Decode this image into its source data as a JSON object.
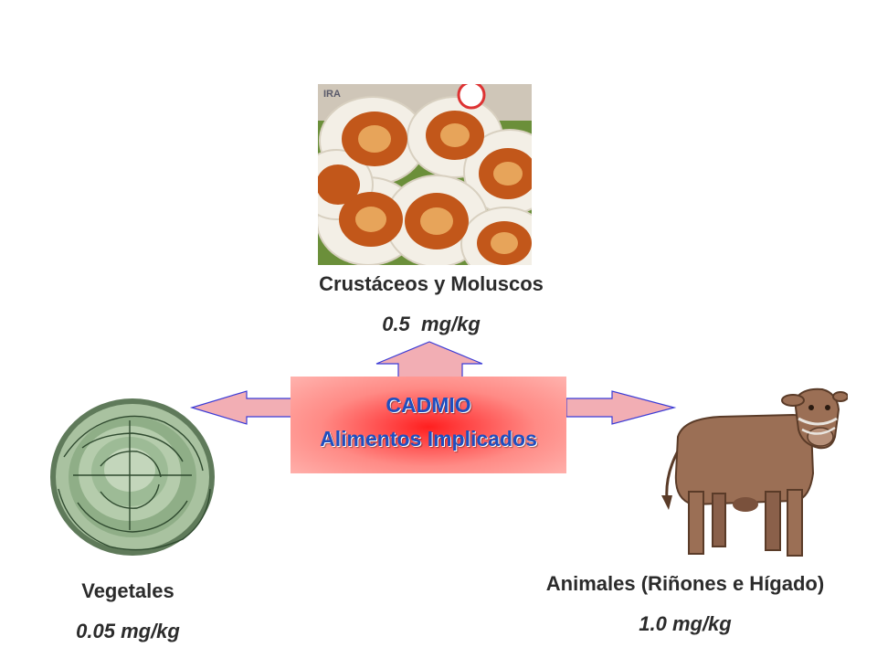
{
  "diagram": {
    "center": {
      "title": "CADMIO",
      "subtitle": "Alimentos Implicados",
      "colors": {
        "fill": "#ff3b3b",
        "text": "#1f4fbf"
      }
    },
    "branches": [
      {
        "id": "seafood",
        "label": "Crustáceos y Moluscos",
        "value": "0.5  mg/kg",
        "icon": "scallops-photo",
        "photo_text": "IRA"
      },
      {
        "id": "vegetables",
        "label": "Vegetales",
        "value": "0.05 mg/kg",
        "icon": "cabbage-illustration"
      },
      {
        "id": "animals",
        "label": "Animales (Riñones e Hígado)",
        "value": "1.0 mg/kg",
        "icon": "cow-illustration"
      }
    ],
    "arrow_colors": {
      "fill": "#f2aeb4",
      "stroke": "#3b3bd6"
    }
  }
}
